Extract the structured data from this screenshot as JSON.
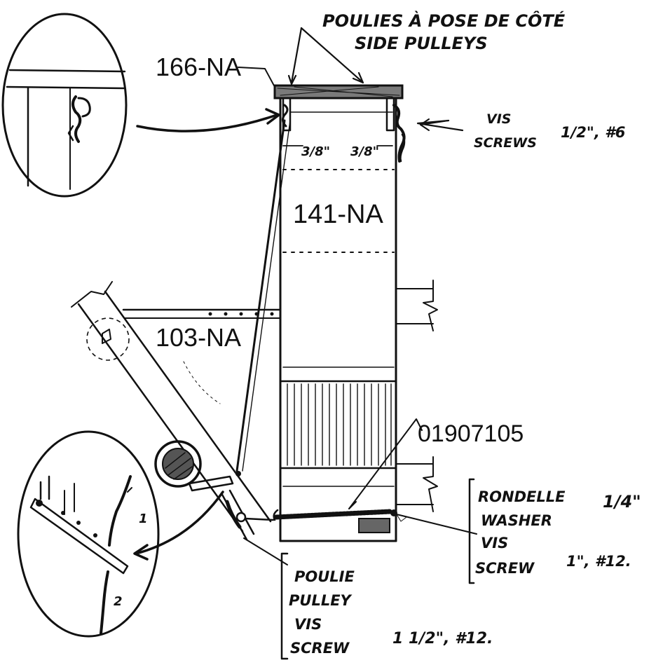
{
  "labels": {
    "top_fr": "POULIES À POSE DE CÔTÉ",
    "top_en": "SIDE PULLEYS",
    "part_166": "166-NA",
    "part_141": "141-NA",
    "part_103": "103-NA",
    "part_cable": "01907105",
    "screws_fr": "VIS",
    "screws_en": "SCREWS",
    "screws_size": "1/2\", #6",
    "gap_left": "3/8\"",
    "gap_right": "3/8\"",
    "washer_fr": "RONDELLE",
    "washer_en": "WASHER",
    "washer_size": "1/4\"",
    "washer_screw_fr": "VIS",
    "washer_screw_en": "SCREW",
    "washer_screw_size": "1\", #12.",
    "pulley_fr": "POULIE",
    "pulley_en": "PULLEY",
    "pulley_screw_fr": "VIS",
    "pulley_screw_en": "SCREW",
    "pulley_screw_size": "1 1/2\", #12.",
    "detail_num_1": "1",
    "detail_num_2": "2"
  },
  "colors": {
    "ink": "#111111",
    "paper": "#ffffff"
  }
}
